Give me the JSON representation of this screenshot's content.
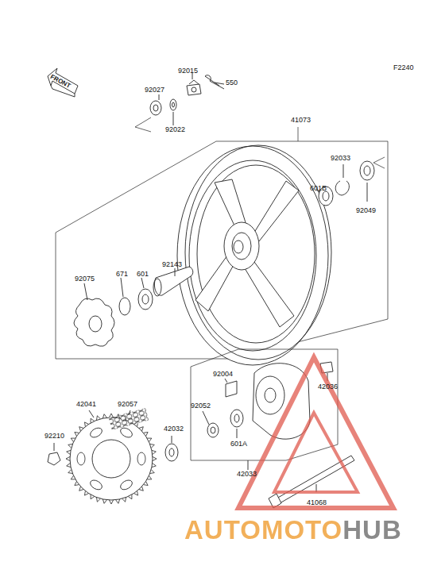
{
  "diagram": {
    "labels": [
      "F2240",
      "FRONT",
      "92015",
      "550",
      "92027",
      "92022",
      "41073",
      "92033",
      "601B",
      "92049",
      "92143",
      "92075",
      "671",
      "601",
      "92004",
      "42036",
      "92052",
      "601A",
      "42041",
      "92057",
      "92210",
      "42032",
      "42033",
      "41068",
      "AUTOMOTOHUB"
    ]
  }
}
